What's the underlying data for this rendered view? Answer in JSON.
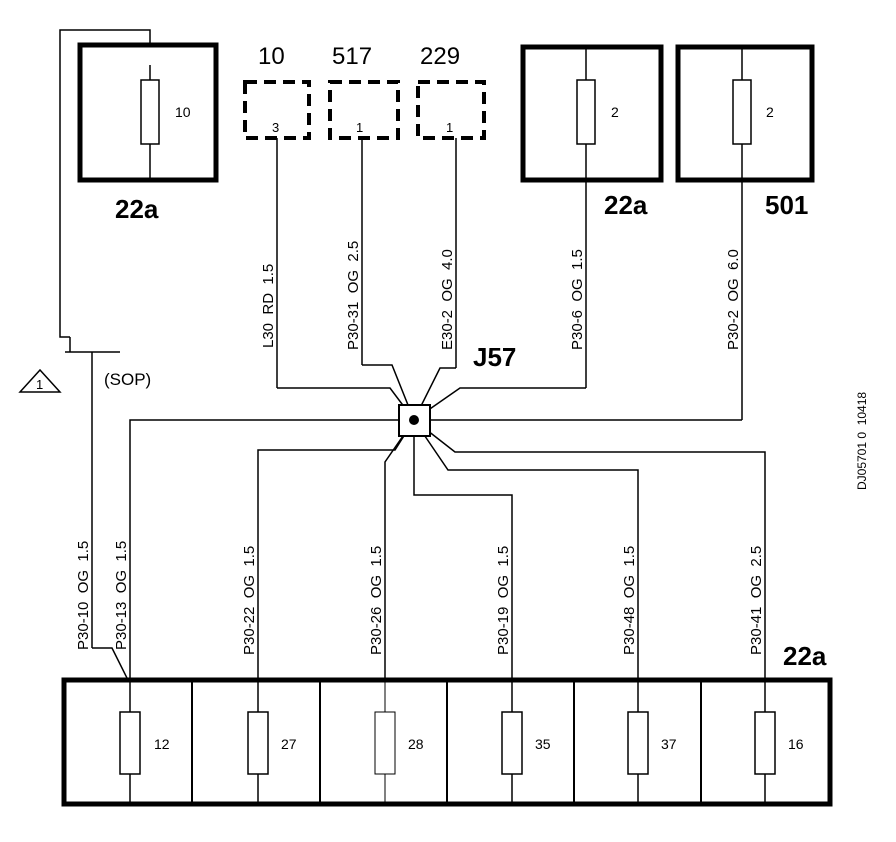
{
  "top_fuse_boxes": [
    {
      "fuse_number": "10",
      "box_label": "22a"
    },
    {
      "fuse_number": "2",
      "box_label": "22a"
    },
    {
      "fuse_number": "2",
      "box_label": "501"
    }
  ],
  "connectors": [
    {
      "label": "10",
      "pin": "3"
    },
    {
      "label": "517",
      "pin": "1"
    },
    {
      "label": "229",
      "pin": "1"
    }
  ],
  "splice": {
    "label": "J57"
  },
  "top_wires": [
    "L30  RD  1.5",
    "P30-31  OG  2.5",
    "E30-2  OG  4.0",
    "P30-6  OG  1.5",
    "P30-2  OG  6.0"
  ],
  "bottom_wires": [
    "P30-10  OG  1.5",
    "P30-13  OG  1.5",
    "P30-22  OG  1.5",
    "P30-26  OG  1.5",
    "P30-19  OG  1.5",
    "P30-48  OG  1.5",
    "P30-41  OG  2.5"
  ],
  "sop": {
    "note_number": "1",
    "label": "(SOP)"
  },
  "bottom_box": {
    "label": "22a",
    "fuses": [
      "12",
      "27",
      "28",
      "35",
      "37",
      "16"
    ]
  },
  "side_code": "DJ05701 0  10418"
}
